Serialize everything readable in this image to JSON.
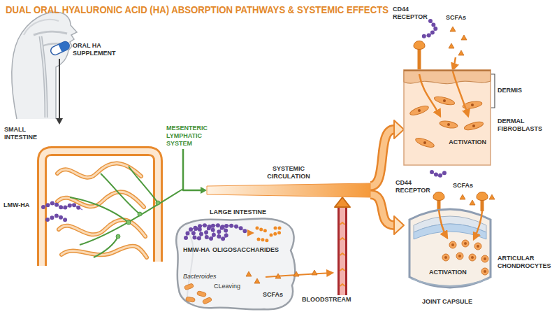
{
  "diagram": {
    "title": "DUAL ORAL HYALURONIC ACID (HA) ABSORPTION PATHWAYS & SYSTEMIC EFFECTS",
    "nodes": [
      {
        "text": [
          "ORAL HA SUPPLEMENT"
        ]
      },
      {
        "text": [
          "SMALL INTESTINE"
        ]
      },
      {
        "text": [
          "MESENTERIC LYMPHATIC SYSTEM"
        ]
      },
      {
        "text": [
          "SYSTEMIC CIRCULATION"
        ]
      },
      {
        "text": [
          "LARGE INTESTINE"
        ]
      },
      {
        "text": [
          "BLOODSTREAM"
        ]
      },
      {
        "text": [
          "ACTIVATION"
        ]
      },
      {
        "text": [
          "ACTIVATION"
        ]
      }
    ],
    "edges": [
      {
        "from": 0,
        "to": 1,
        "arrow": "to"
      },
      {
        "from": 2,
        "to": 3,
        "arrow": "to"
      },
      {
        "from": 5,
        "to": 3,
        "arrow": "to"
      },
      {
        "from": 3,
        "to": 6,
        "arrow": "to"
      },
      {
        "from": 3,
        "to": 7,
        "arrow": "to"
      }
    ],
    "labels": [
      "LMW-HA",
      "HMW-HA",
      "OLIGOSACCHARIDES",
      "Bacteroides",
      "CLeaving",
      "SCFAs",
      "CD44 RECEPTOR",
      "SCFAs",
      "DERMIS",
      "DERMAL FIBROBLASTS",
      "CD44 RECEPTOR",
      "SCFAs",
      "ARTICULAR CHONDROCYTES",
      "JOINT CAPSULE"
    ]
  }
}
